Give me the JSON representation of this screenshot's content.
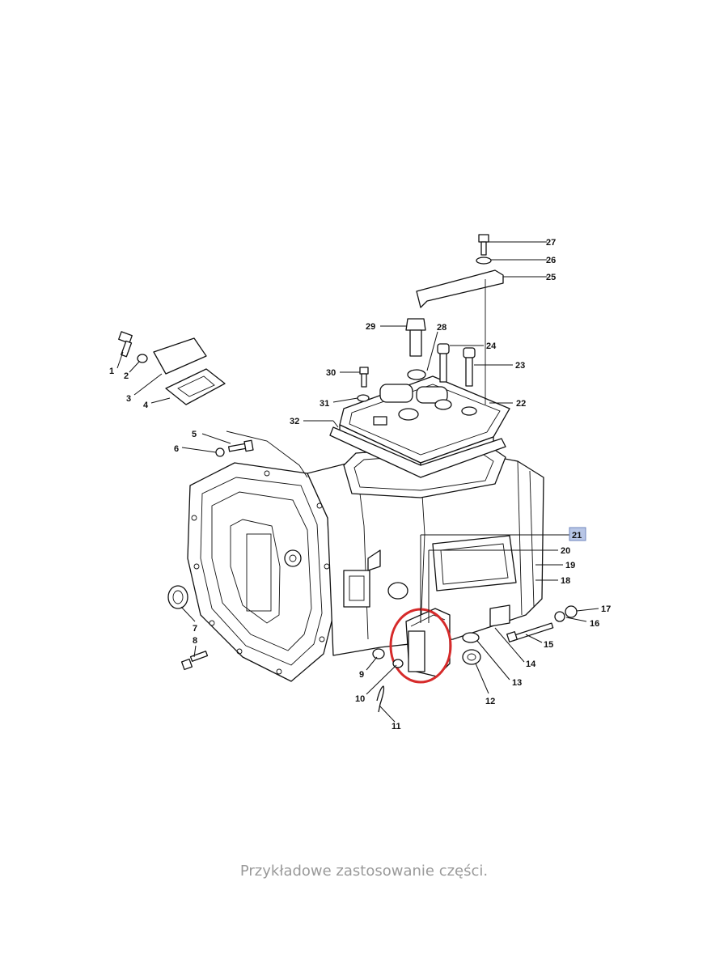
{
  "parts": [
    {
      "id": "p1",
      "num": "1"
    },
    {
      "id": "p2",
      "num": "2"
    },
    {
      "id": "p3",
      "num": "3"
    },
    {
      "id": "p4",
      "num": "4"
    },
    {
      "id": "p5",
      "num": "5"
    },
    {
      "id": "p6",
      "num": "6"
    },
    {
      "id": "p7",
      "num": "7"
    },
    {
      "id": "p8",
      "num": "8"
    },
    {
      "id": "p9",
      "num": "9"
    },
    {
      "id": "p10",
      "num": "10"
    },
    {
      "id": "p11",
      "num": "11"
    },
    {
      "id": "p12",
      "num": "12"
    },
    {
      "id": "p13",
      "num": "13"
    },
    {
      "id": "p14",
      "num": "14"
    },
    {
      "id": "p15",
      "num": "15"
    },
    {
      "id": "p16",
      "num": "16"
    },
    {
      "id": "p17",
      "num": "17"
    },
    {
      "id": "p18",
      "num": "18"
    },
    {
      "id": "p19",
      "num": "19"
    },
    {
      "id": "p20",
      "num": "20"
    },
    {
      "id": "p21",
      "num": "21"
    },
    {
      "id": "p22",
      "num": "22"
    },
    {
      "id": "p23",
      "num": "23"
    },
    {
      "id": "p24",
      "num": "24"
    },
    {
      "id": "p25",
      "num": "25"
    },
    {
      "id": "p26",
      "num": "26"
    },
    {
      "id": "p27",
      "num": "27"
    },
    {
      "id": "p28",
      "num": "28"
    },
    {
      "id": "p29",
      "num": "29"
    },
    {
      "id": "p30",
      "num": "30"
    },
    {
      "id": "p31",
      "num": "31"
    },
    {
      "id": "p32",
      "num": "32"
    }
  ],
  "highlighted_part": "21",
  "highlight_color": "#d62a2a",
  "badge_color": "#b8c6e6",
  "caption": "Przykładowe zastosowanie części."
}
